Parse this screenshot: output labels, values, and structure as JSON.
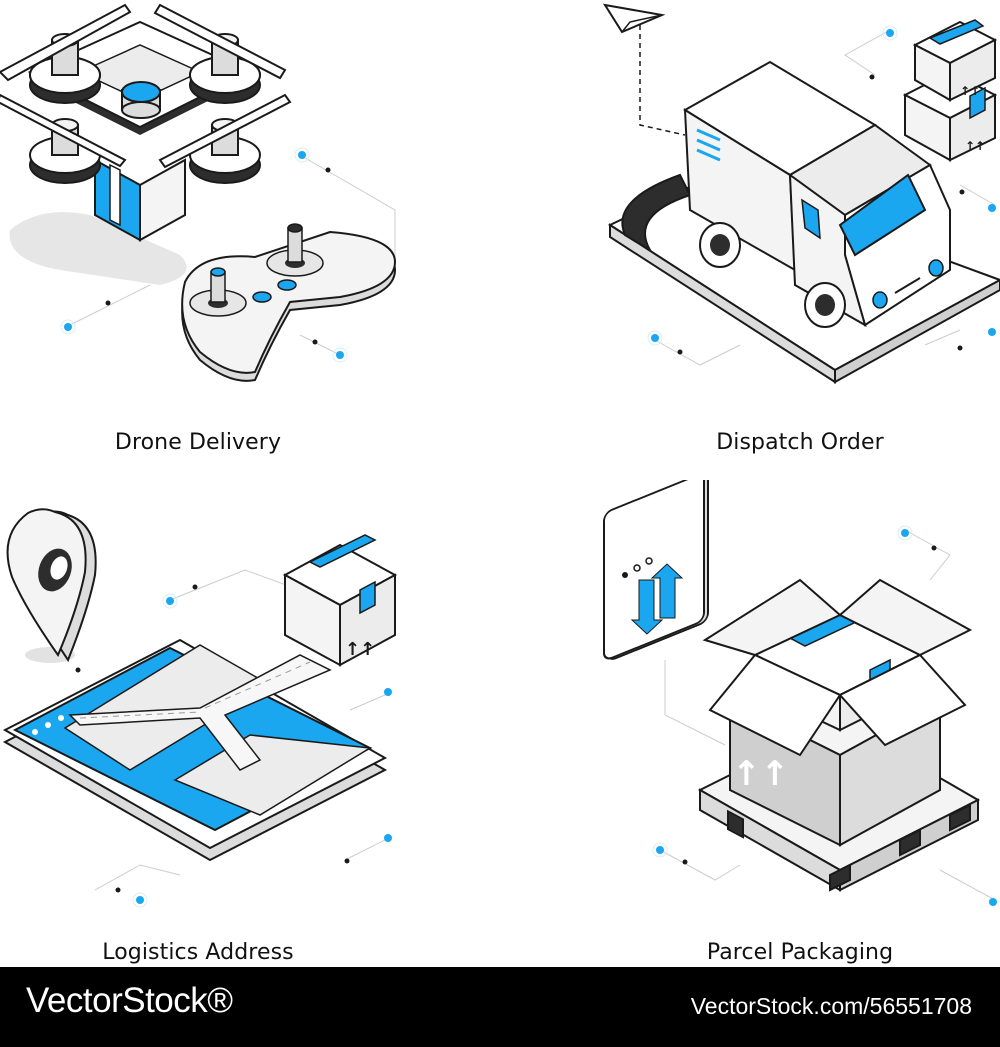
{
  "colors": {
    "accent": "#1aa7f0",
    "outline": "#1a1a1a",
    "light_gray": "#ececec",
    "mid_gray": "#cfcfcf",
    "dark_gray": "#2d2d2d",
    "footer_bg": "#000000"
  },
  "illustrations": [
    {
      "caption": "Drone Delivery",
      "icon": "drone-with-remote-controller"
    },
    {
      "caption": "Dispatch Order",
      "icon": "delivery-truck-with-boxes"
    },
    {
      "caption": "Logistics Address",
      "icon": "map-pin-with-route-and-box"
    },
    {
      "caption": "Parcel Packaging",
      "icon": "open-box-on-pallet"
    }
  ],
  "footer": {
    "brand": "VectorStock®",
    "reference": "VectorStock.com/56551708"
  }
}
